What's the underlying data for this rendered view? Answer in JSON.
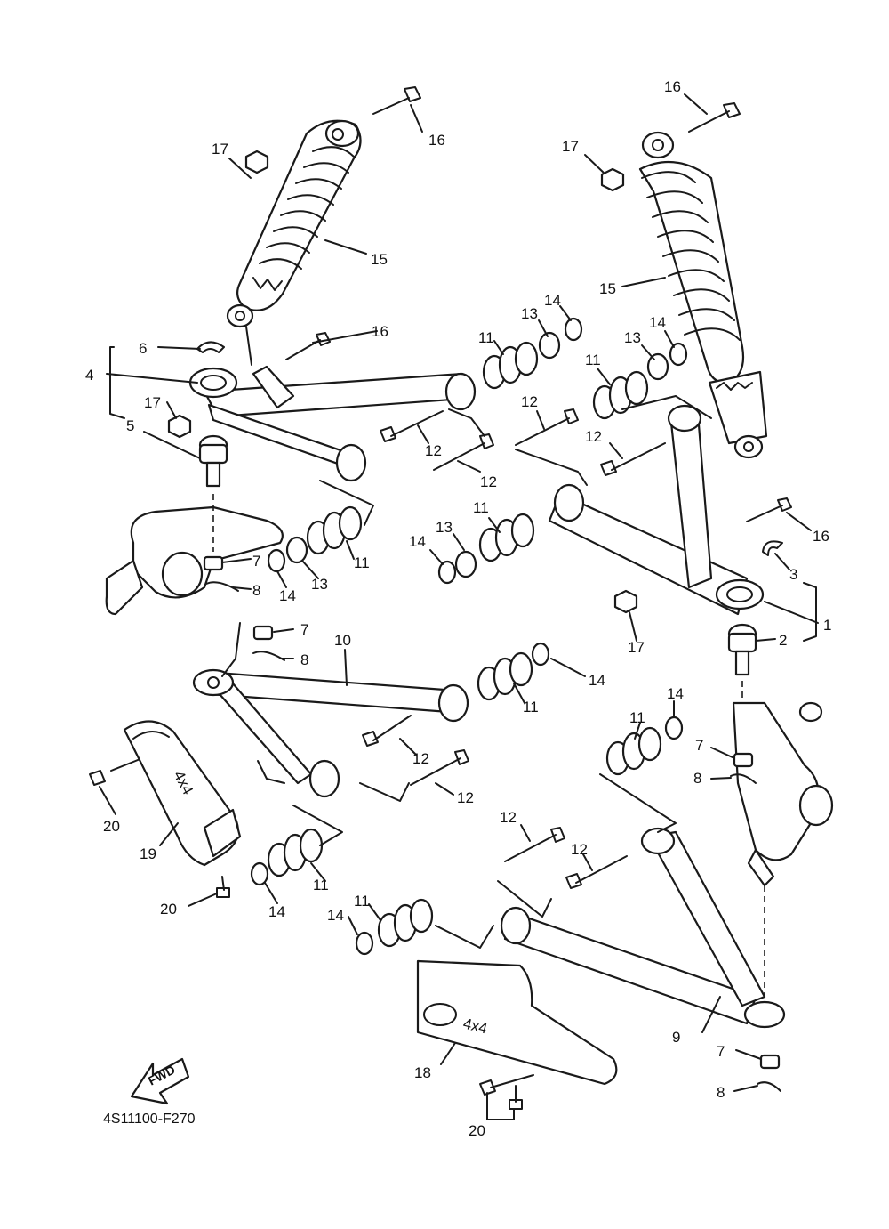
{
  "callouts": {
    "n1": "1",
    "n2": "2",
    "n3": "3",
    "n4": "4",
    "n5": "5",
    "n6": "6",
    "n7": "7",
    "n8": "8",
    "n9": "9",
    "n10": "10",
    "n11": "11",
    "n12": "12",
    "n13": "13",
    "n14": "14",
    "n15": "15",
    "n16": "16",
    "n17": "17",
    "n18": "18",
    "n19": "19",
    "n20": "20"
  },
  "decals": {
    "guard_logo": "4x4"
  },
  "fwd_arrow": {
    "label": "FWD"
  },
  "diagram_code": "4S11100-F270"
}
